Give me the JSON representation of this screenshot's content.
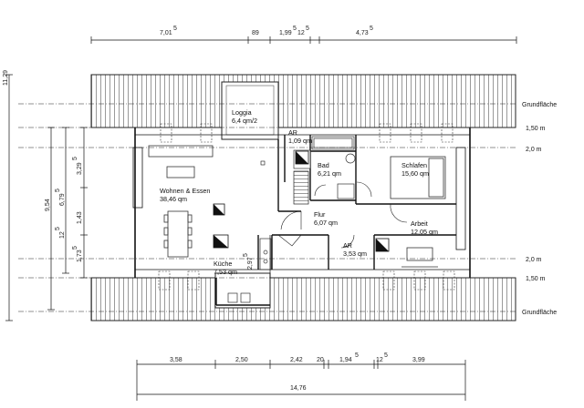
{
  "top_dimensions": [
    "7,01",
    "89",
    "1,99",
    "12",
    "4,73"
  ],
  "top_dimension_superscripts": [
    "5",
    "5",
    "5",
    "5"
  ],
  "left_dimensions": [
    "3,29",
    "6,79",
    "9,54",
    "1,43",
    "12",
    "1,73",
    "11,29"
  ],
  "left_dimension_superscripts": [
    "5",
    "5",
    "5",
    "5"
  ],
  "vertical_dimension_in_room": "2,97",
  "vertical_dimension_in_room_superscript": "5",
  "bottom_dimensions": [
    "3,58",
    "2,50",
    "2,42",
    "20",
    "1,94",
    "12",
    "3,99"
  ],
  "bottom_dimension_superscripts": [
    "5",
    "5"
  ],
  "bottom_total": "14,76",
  "right_labels": [
    "Grundfläche",
    "1,50 m",
    "2,0 m",
    "2,0 m",
    "1,50 m",
    "Grundfläche"
  ],
  "rooms": [
    {
      "name": "Loggia",
      "area": "6,4 qm/2"
    },
    {
      "name": "AR",
      "area": "1,09 qm"
    },
    {
      "name": "Bad",
      "area": "6,21 qm"
    },
    {
      "name": "Schlafen",
      "area": "15,60 qm"
    },
    {
      "name": "Wohnen & Essen",
      "area": "38,46 qm"
    },
    {
      "name": "Flur",
      "area": "6,07 qm"
    },
    {
      "name": "Arbeit",
      "area": "12,05 qm"
    },
    {
      "name": "AR",
      "area": "3,53 qm"
    },
    {
      "name": "Küche",
      "area": "7,53 qm"
    }
  ]
}
